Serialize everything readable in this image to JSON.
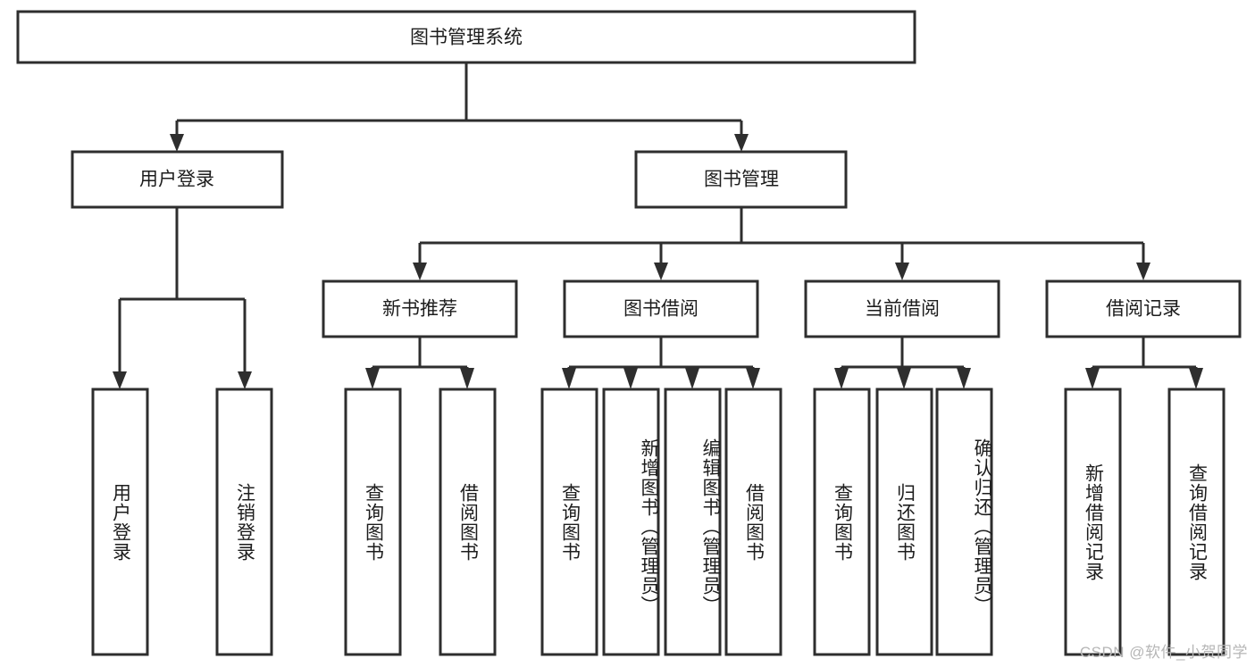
{
  "diagram": {
    "type": "tree-hierarchy",
    "title": "图书管理系统",
    "watermark": "CSDN @软件_小贺同学",
    "colors": {
      "stroke": "#2e2e2e",
      "fill": "#ffffff",
      "text": "#1d1d1d",
      "watermark": "#b6b6b6"
    },
    "root": {
      "label": "图书管理系统",
      "orientation": "horizontal"
    },
    "level2": [
      {
        "label": "用户登录",
        "orientation": "horizontal"
      },
      {
        "label": "图书管理",
        "orientation": "horizontal"
      }
    ],
    "level3": [
      {
        "label": "新书推荐",
        "orientation": "horizontal"
      },
      {
        "label": "图书借阅",
        "orientation": "horizontal"
      },
      {
        "label": "当前借阅",
        "orientation": "horizontal"
      },
      {
        "label": "借阅记录",
        "orientation": "horizontal"
      }
    ],
    "leaves": {
      "user_login": [
        {
          "label": "用户登录",
          "orientation": "vertical"
        },
        {
          "label": "注销登录",
          "orientation": "vertical"
        }
      ],
      "new_book_recommend": [
        {
          "label": "查询图书",
          "orientation": "vertical"
        },
        {
          "label": "借阅图书",
          "orientation": "vertical"
        }
      ],
      "book_borrow": [
        {
          "label": "查询图书",
          "orientation": "vertical"
        },
        {
          "label": "新增图书（管理员）",
          "orientation": "vertical"
        },
        {
          "label": "编辑图书（管理员）",
          "orientation": "vertical"
        },
        {
          "label": "借阅图书",
          "orientation": "vertical"
        }
      ],
      "current_borrow": [
        {
          "label": "查询图书",
          "orientation": "vertical"
        },
        {
          "label": "归还图书",
          "orientation": "vertical"
        },
        {
          "label": "确认归还（管理员）",
          "orientation": "vertical"
        }
      ],
      "borrow_record": [
        {
          "label": "新增借阅记录",
          "orientation": "vertical"
        },
        {
          "label": "查询借阅记录",
          "orientation": "vertical"
        }
      ]
    }
  }
}
